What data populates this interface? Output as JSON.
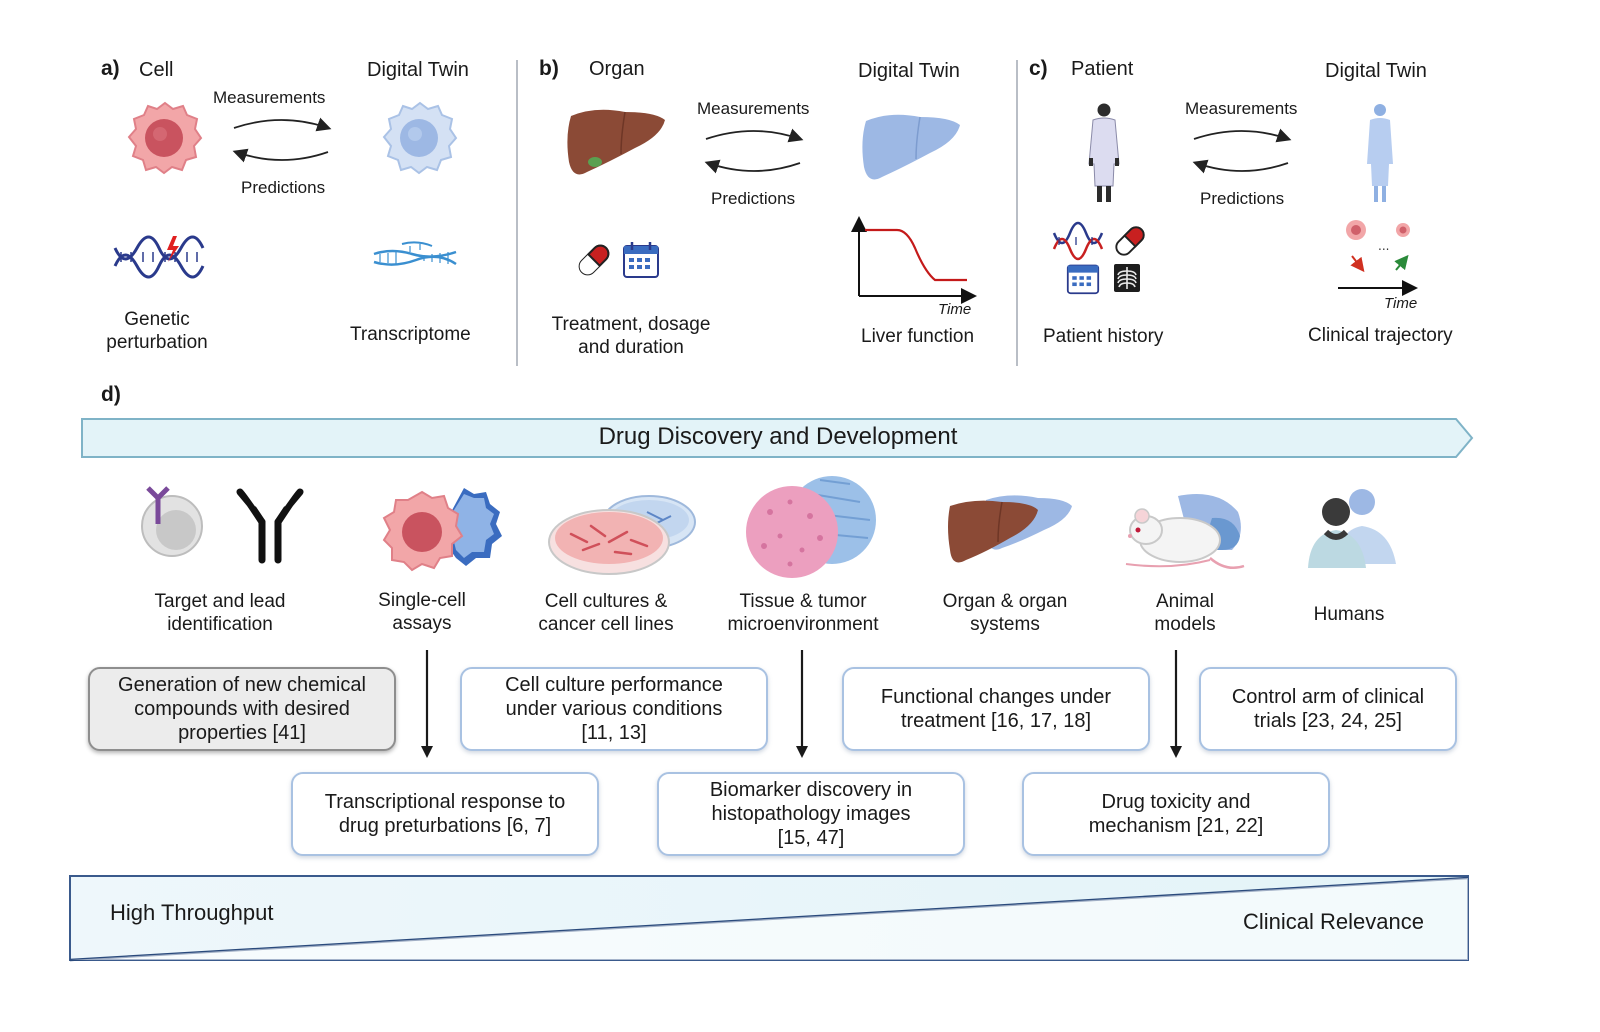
{
  "panel_a": {
    "letter": "a)",
    "subject": "Cell",
    "twin": "Digital Twin",
    "measurements": "Measurements",
    "predictions": "Predictions",
    "left_caption": "Genetic\nperturbation",
    "right_caption": "Transcriptome"
  },
  "panel_b": {
    "letter": "b)",
    "subject": "Organ",
    "twin": "Digital Twin",
    "measurements": "Measurements",
    "predictions": "Predictions",
    "left_caption": "Treatment, dosage\nand duration",
    "right_caption": "Liver function",
    "time_label": "Time"
  },
  "panel_c": {
    "letter": "c)",
    "subject": "Patient",
    "twin": "Digital Twin",
    "measurements": "Measurements",
    "predictions": "Predictions",
    "left_caption": "Patient history",
    "right_caption": "Clinical trajectory",
    "time_label": "Time"
  },
  "panel_d": {
    "letter": "d)",
    "banner": "Drug Discovery and Development",
    "stages": [
      "Target and lead\nidentification",
      "Single-cell\nassays",
      "Cell cultures &\ncancer cell lines",
      "Tissue & tumor\nmicroenvironment",
      "Organ & organ\nsystems",
      "Animal\nmodels",
      "Humans"
    ],
    "top_boxes": [
      "Generation of new chemical\ncompounds with desired\nproperties [41]",
      "Cell culture performance\nunder various conditions\n[11, 13]",
      "Functional changes under\ntreatment [16, 17, 18]",
      "Control arm of clinical\ntrials [23, 24, 25]"
    ],
    "bottom_boxes": [
      "Transcriptional response to\ndrug preturbations [6, 7]",
      "Biomarker discovery in\nhistopathology images\n[15, 47]",
      "Drug toxicity and\nmechanism [21, 22]"
    ],
    "gradient_left": "High Throughput",
    "gradient_right": "Clinical Relevance"
  },
  "colors": {
    "cell_red": "#e57c82",
    "twin_blue": "#9db8e4",
    "liver_brown": "#8b4a36",
    "banner_fill": "#e3f3f8",
    "box_border": "#a9c2e2"
  }
}
